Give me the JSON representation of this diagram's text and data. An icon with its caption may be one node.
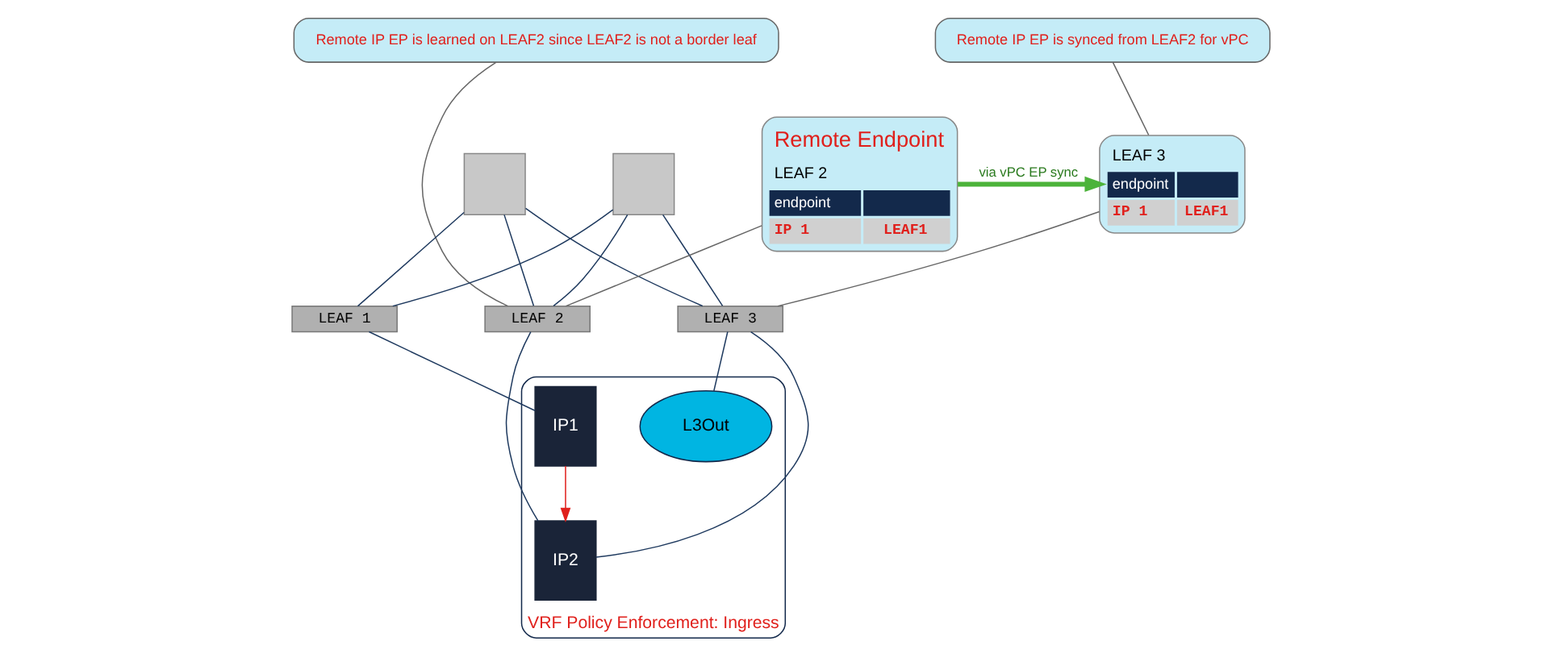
{
  "diagram": {
    "nodes": [
      {
        "text": [
          "Remote IP EP is learned on LEAF2 since LEAF2 is not a border leaf"
        ]
      },
      {
        "text": [
          "Remote IP EP is synced from LEAF2 for vPC"
        ]
      },
      {
        "text": [],
        "shape": "box"
      },
      {
        "text": [],
        "shape": "box"
      },
      {
        "text": [
          "Remote Endpoint",
          "LEAF 2",
          "endpoint",
          "IP 1",
          "LEAF1"
        ]
      },
      {
        "text": [
          "LEAF 3",
          "endpoint",
          "IP 1",
          "LEAF1"
        ]
      },
      {
        "text": [
          "VRF Policy Enforcement: Ingress"
        ]
      },
      {
        "text": [
          "LEAF 1"
        ]
      },
      {
        "text": [
          "LEAF 2"
        ]
      },
      {
        "text": [
          "LEAF 3"
        ]
      },
      {
        "text": [
          "IP1"
        ],
        "in": 6
      },
      {
        "text": [
          "IP2"
        ],
        "in": 6
      },
      {
        "text": [
          "L3Out"
        ],
        "in": 6
      }
    ],
    "edges": [
      {
        "from": 2,
        "to": 7,
        "arrow": "none"
      },
      {
        "from": 2,
        "to": 8,
        "arrow": "none"
      },
      {
        "from": 2,
        "to": 9,
        "arrow": "none"
      },
      {
        "from": 3,
        "to": 7,
        "arrow": "none"
      },
      {
        "from": 3,
        "to": 8,
        "arrow": "none"
      },
      {
        "from": 3,
        "to": 9,
        "arrow": "none"
      },
      {
        "from": 7,
        "to": 10,
        "arrow": "none"
      },
      {
        "from": 8,
        "to": 11,
        "arrow": "none"
      },
      {
        "from": 9,
        "to": 11,
        "arrow": "none"
      },
      {
        "from": 9,
        "to": 12,
        "arrow": "none"
      },
      {
        "from": 10,
        "to": 11,
        "arrow": "to",
        "color": "#e0201c"
      },
      {
        "from": 0,
        "to": 8,
        "arrow": "none",
        "color": "#666666"
      },
      {
        "from": 1,
        "to": 5,
        "arrow": "none",
        "color": "#666666"
      },
      {
        "from": 4,
        "to": 8,
        "arrow": "none",
        "color": "#666666"
      },
      {
        "from": 5,
        "to": 9,
        "arrow": "none",
        "color": "#666666"
      },
      {
        "from": 4,
        "to": 5,
        "arrow": "to",
        "label": "via vPC EP sync",
        "style": "thick",
        "color": "#4cb33a"
      }
    ]
  }
}
